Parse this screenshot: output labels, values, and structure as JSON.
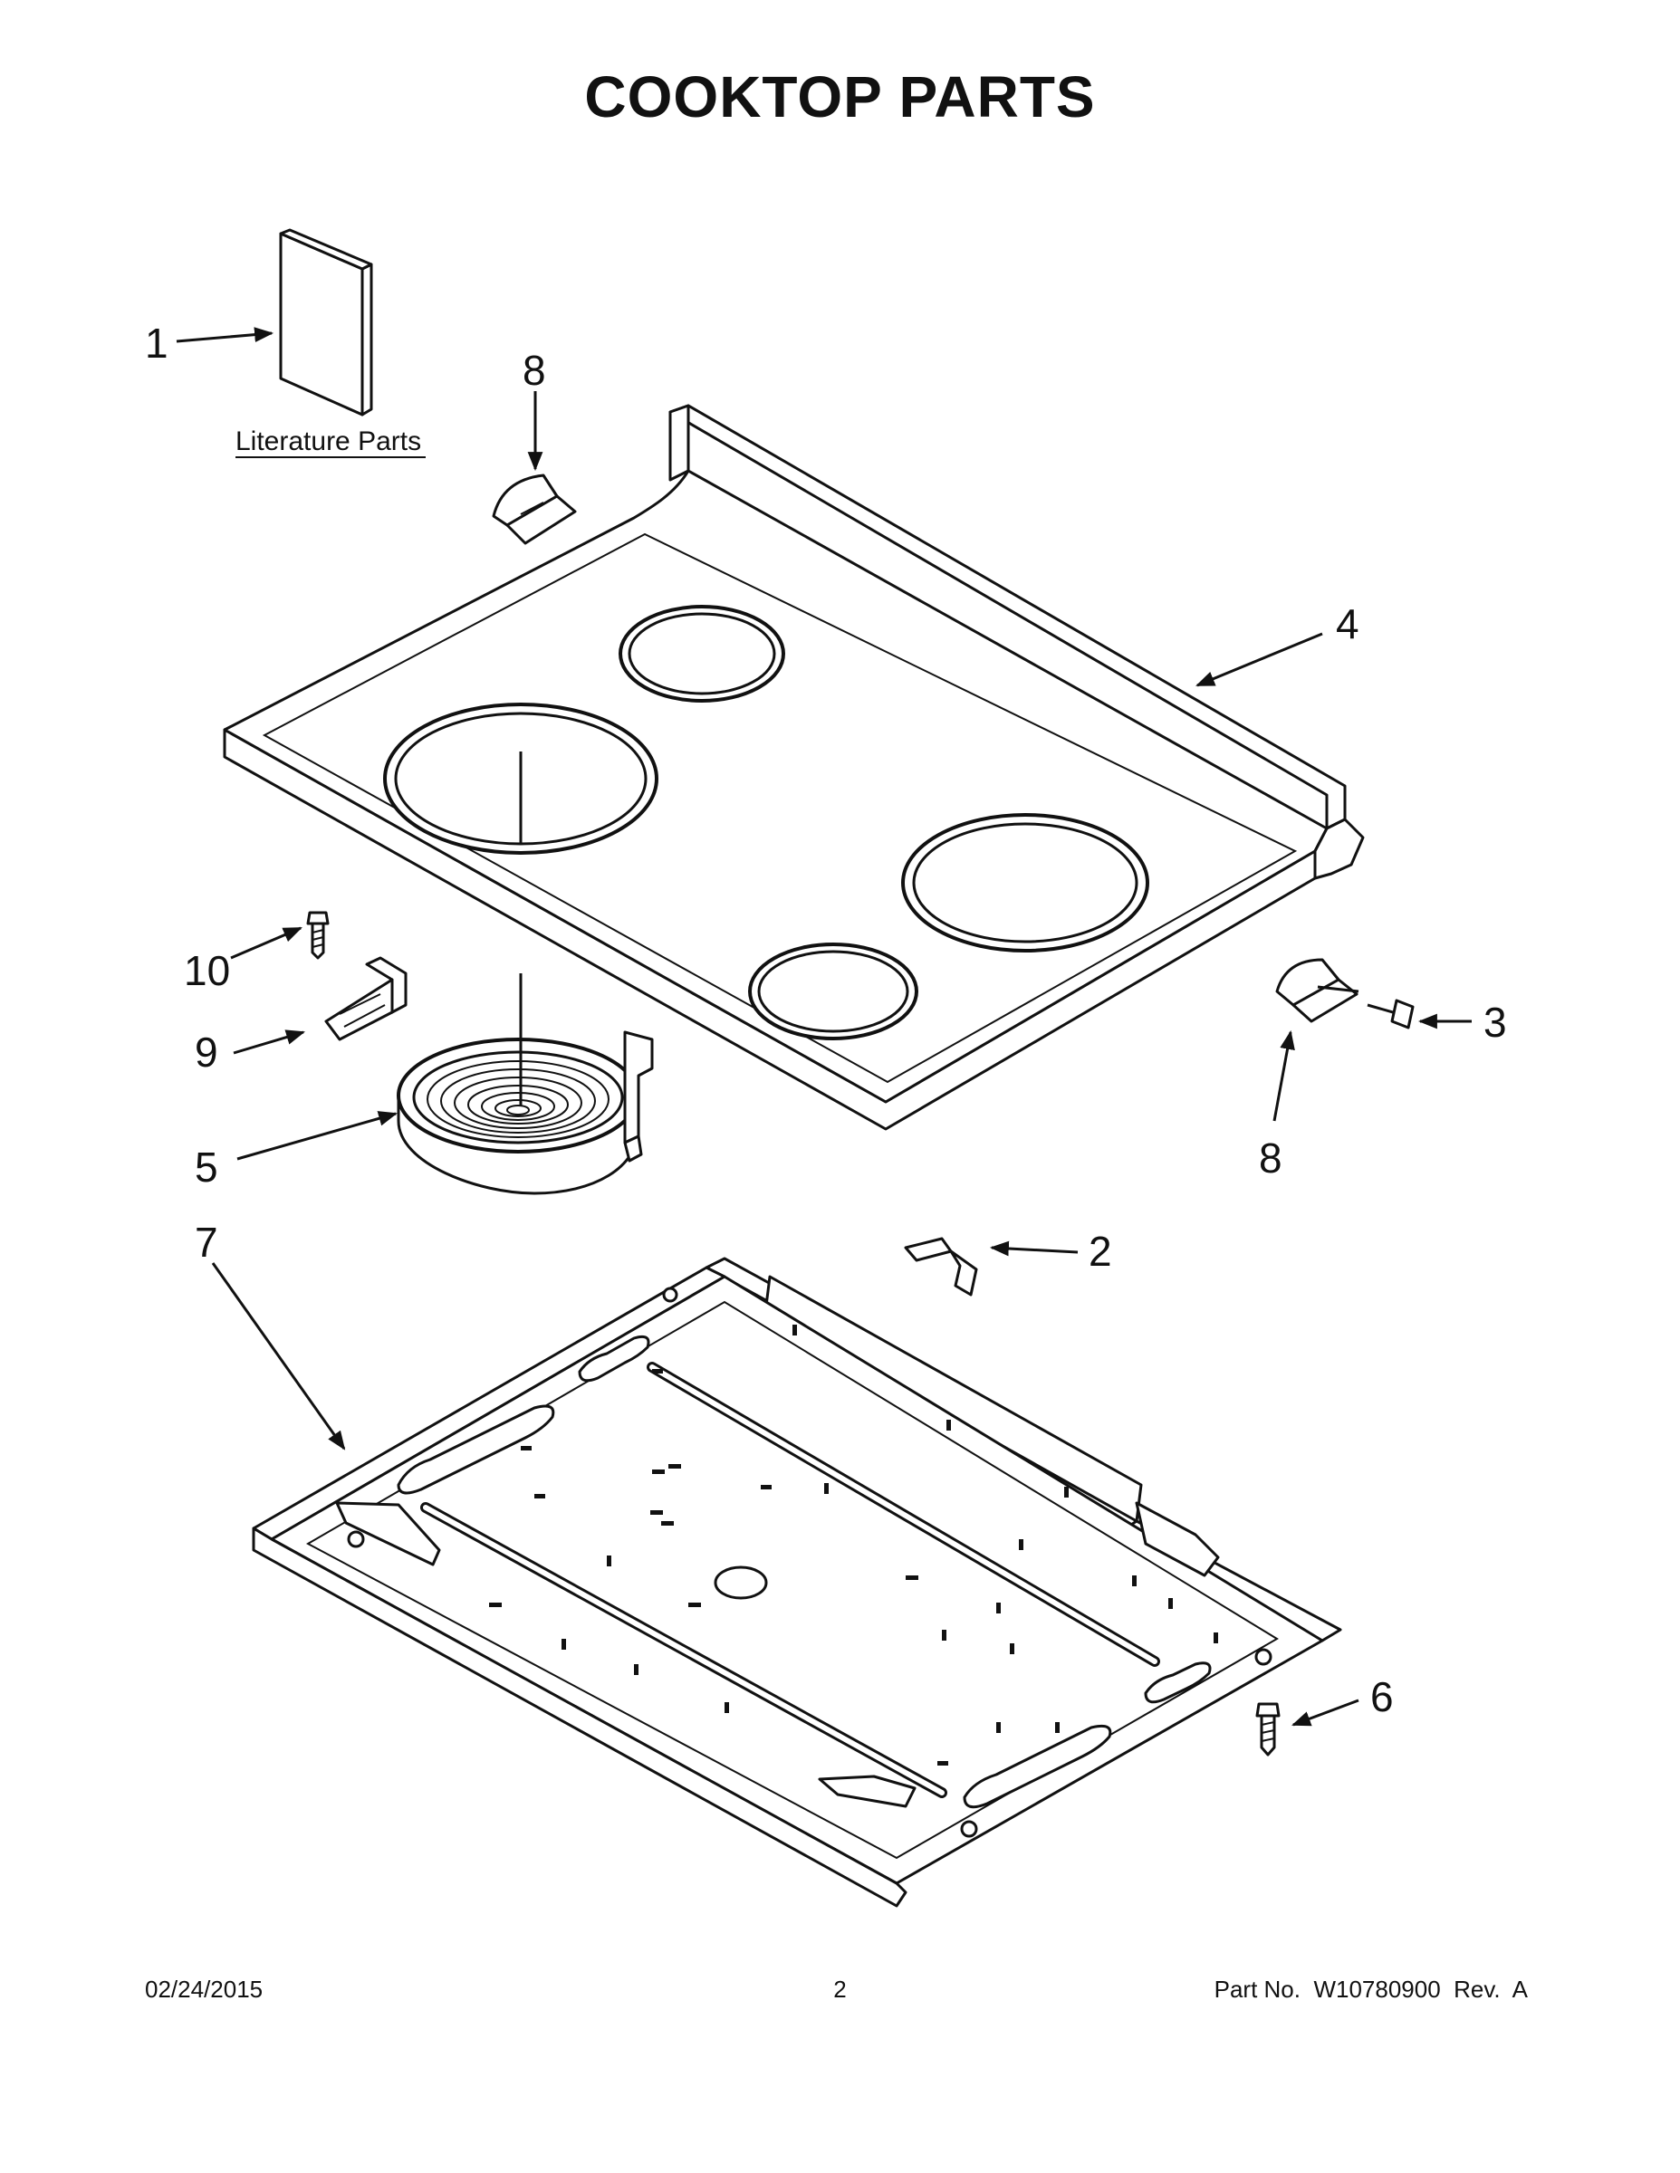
{
  "title": "COOKTOP PARTS",
  "literature_label": "Literature Parts",
  "callouts": {
    "c1": "1",
    "c2": "2",
    "c3": "3",
    "c4": "4",
    "c5": "5",
    "c6": "6",
    "c7": "7",
    "c8a": "8",
    "c8b": "8",
    "c9": "9",
    "c10": "10"
  },
  "footer": {
    "date": "02/24/2015",
    "page": "2",
    "part": "Part No.  W10780900  Rev.  A"
  }
}
